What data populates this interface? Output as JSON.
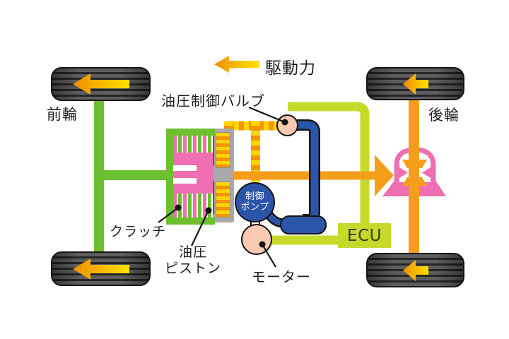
{
  "diagram": {
    "type": "awd-drivetrain-system-diagram",
    "legend": {
      "drive_force_label": "駆動力"
    },
    "wheels": {
      "front_label": "前輪",
      "rear_label": "後輪"
    },
    "components": {
      "valve_label": "油圧制御バルブ",
      "clutch_label": "クラッチ",
      "piston_label_line1": "油圧",
      "piston_label_line2": "ピストン",
      "pump_label_line1": "制御",
      "pump_label_line2": "ポンプ",
      "motor_label": "モーター",
      "ecu_label": "ECU"
    },
    "colors": {
      "front_drive_green": "#6cc02f",
      "signal_lime": "#c6da2b",
      "drive_orange": "#f59e19",
      "arrow_gradient_yellow": "#ffe100",
      "arrow_gradient_orange": "#ef8f00",
      "clutch_pink": "#ee6fb2",
      "hydraulic_blue": "#2b55a8",
      "sensor_salmon": "#f9c9b1",
      "cylinder_yellow": "#ffd400",
      "cylinder_orange": "#f59300",
      "tire_dark": "#3d3d3d"
    }
  }
}
